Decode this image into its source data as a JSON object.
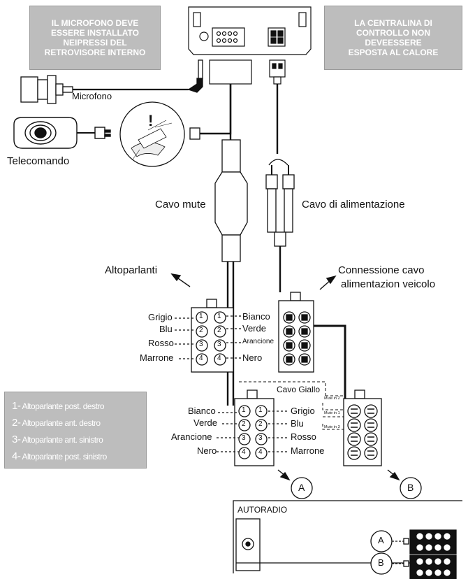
{
  "notes": {
    "left": "IL MICROFONO DEVE ESSERE INSTALLATO NEIPRESSI DEL RETROVISORE INTERNO",
    "right": "LA CENTRALINA DI CONTROLLO NON DEVEESSERE ESPOSTA AL CALORE"
  },
  "labels": {
    "microfono": "Microfono",
    "telecomando": "Telecomando",
    "cavo_mute": "Cavo mute",
    "cavo_alimentazione": "Cavo di alimentazione",
    "altoparlanti": "Altoparlanti",
    "connessione_1": "Connessione cavo",
    "connessione_2": "alimentazion veicolo",
    "cavo_giallo": "Cavo Giallo",
    "mute_in_1": "Mute in 1",
    "mute_in_2": "Mute in 2",
    "mute_in_3": "Mute in 3",
    "circle_a": "A",
    "circle_b": "B",
    "autoradio": "AUTORADIO",
    "warning_mark": "!"
  },
  "speaker_connector": {
    "left": [
      "Grigio",
      "Blu",
      "Rosso",
      "Marrone"
    ],
    "right": [
      "Bianco",
      "Verde",
      "Arancione",
      "Nero"
    ],
    "pins": [
      "1",
      "2",
      "3",
      "4"
    ]
  },
  "radio_connector": {
    "left": [
      "Bianco",
      "Verde",
      "Arancione",
      "Nero"
    ],
    "right": [
      "Grigio",
      "Blu",
      "Rosso",
      "Marrone"
    ],
    "pins": [
      "1",
      "2",
      "3",
      "4"
    ]
  },
  "legend": [
    {
      "num": "1-",
      "text": "Altoparlante post. destro"
    },
    {
      "num": "2-",
      "text": "Altoparlante ant. destro"
    },
    {
      "num": "3-",
      "text": "Altoparlante ant. sinistro"
    },
    {
      "num": "4-",
      "text": "Altoparlante post. sinistro"
    }
  ]
}
